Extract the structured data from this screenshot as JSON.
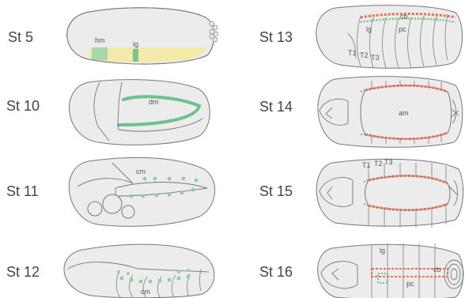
{
  "figure": {
    "colors": {
      "embryo_fill": "#ececec",
      "outline": "#777777",
      "cardiac_green": "#6cc28e",
      "cardiac_red": "#e8705a",
      "mesoderm_yellow": "#f2eaa8",
      "text": "#444444"
    },
    "stages": {
      "st5": {
        "label": "St 5",
        "tags": {
          "hm": "hm",
          "lg": "lg"
        }
      },
      "st10": {
        "label": "St 10",
        "tags": {
          "dm": "dm"
        }
      },
      "st11": {
        "label": "St 11",
        "tags": {
          "cm": "cm"
        }
      },
      "st12": {
        "label": "St 12",
        "tags": {
          "cm": "cm"
        }
      },
      "st13": {
        "label": "St 13",
        "tags": {
          "cb": "cb",
          "lg": "lg",
          "pc": "pc",
          "t1": "T1",
          "t2": "T2",
          "t3": "T3"
        }
      },
      "st14": {
        "label": "St 14",
        "tags": {
          "am": "am"
        }
      },
      "st15": {
        "label": "St 15",
        "tags": {
          "t1": "T1",
          "t2": "T2",
          "t3": "T3"
        }
      },
      "st16": {
        "label": "St 16",
        "tags": {
          "lg": "lg",
          "pc": "pc",
          "cb": "cb"
        }
      }
    }
  }
}
